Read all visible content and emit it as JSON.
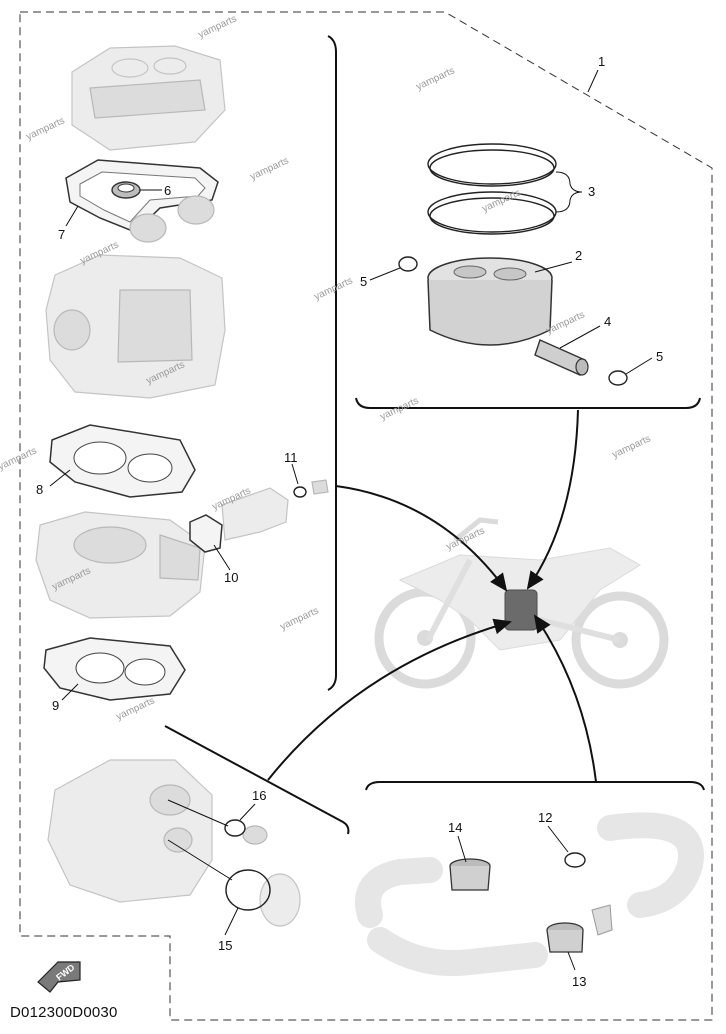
{
  "diagram_code": "D012300D0030",
  "fwd_badge": "FWD",
  "watermark": "yamparts",
  "callouts": [
    "1",
    "2",
    "3",
    "4",
    "5",
    "5",
    "6",
    "7",
    "8",
    "9",
    "10",
    "11",
    "12",
    "13",
    "14",
    "15",
    "16"
  ]
}
